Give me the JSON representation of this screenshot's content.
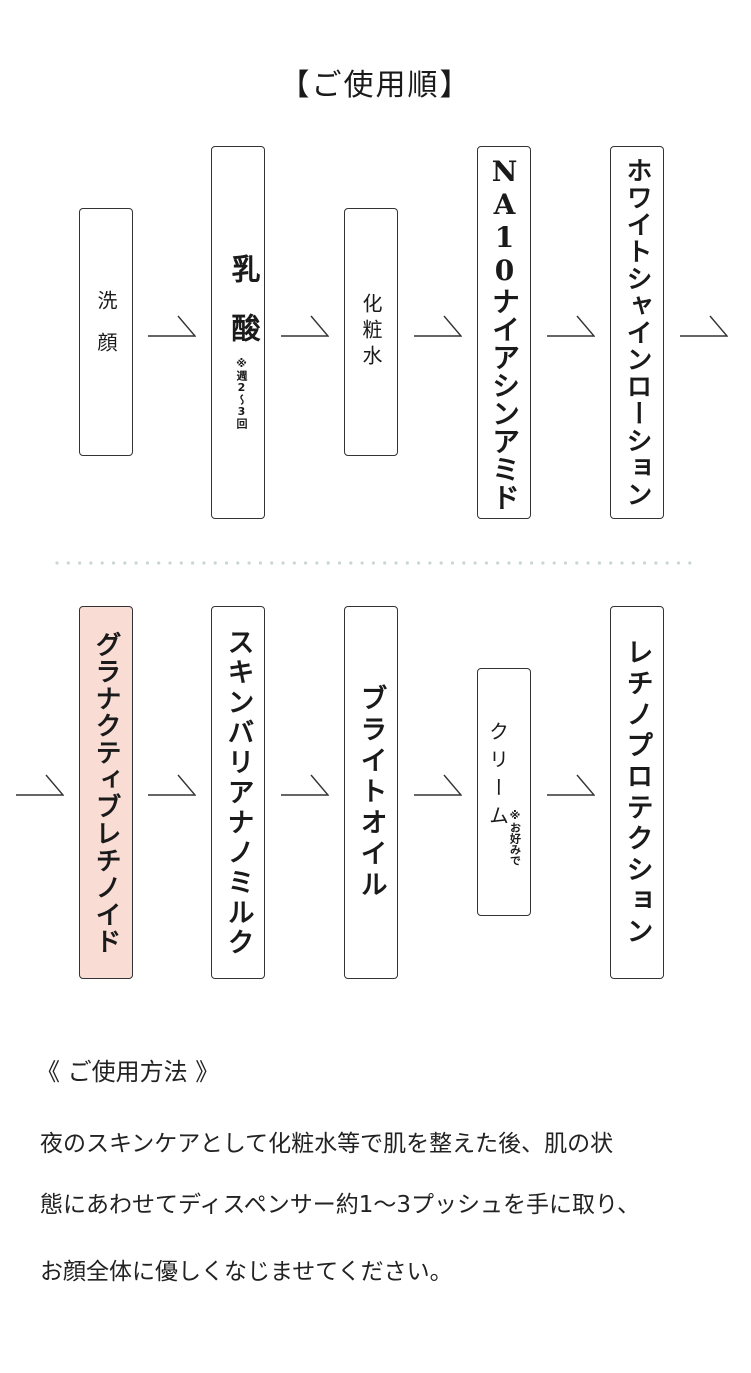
{
  "title": "【ご使用順】",
  "steps_row1": [
    {
      "label": "洗顔",
      "note": ""
    },
    {
      "label": "乳酸",
      "note": "※週2〜3回"
    },
    {
      "label": "化粧水",
      "note": ""
    },
    {
      "label": "NA10ナイアシンアミド",
      "note": ""
    },
    {
      "label": "ホワイトシャインローション",
      "note": ""
    }
  ],
  "steps_row2": [
    {
      "label": "グラナクティブレチノイド",
      "note": "",
      "highlighted": true
    },
    {
      "label": "スキンバリアナノミルク",
      "note": ""
    },
    {
      "label": "ブライトオイル",
      "note": ""
    },
    {
      "label": "クリーム",
      "note": "※お好みで"
    },
    {
      "label": "レチノプロテクション",
      "note": ""
    }
  ],
  "colors": {
    "highlight": "#f9ddd4",
    "border": "#333333",
    "divider_dots": "#c9d6d2"
  },
  "usage": {
    "heading": "《 ご使用方法 》",
    "lines": [
      "夜のスキンケアとして化粧水等で肌を整えた後、肌の状",
      "態にあわせてディスペンサー約1〜3プッシュを手に取り、",
      "お顔全体に優しくなじませてください。"
    ]
  }
}
